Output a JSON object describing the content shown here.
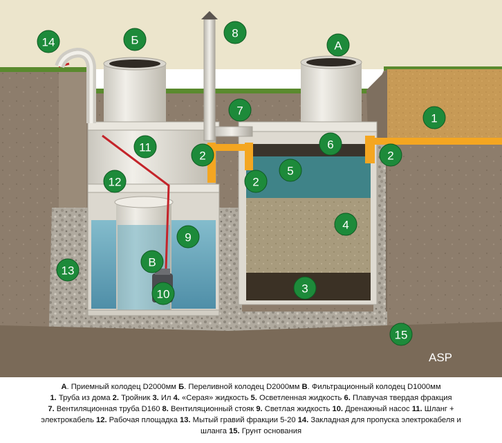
{
  "markers": [
    {
      "id": "14",
      "text": "14"
    },
    {
      "id": "B_top",
      "text": "Б"
    },
    {
      "id": "8",
      "text": "8"
    },
    {
      "id": "A",
      "text": "А"
    },
    {
      "id": "7",
      "text": "7"
    },
    {
      "id": "1",
      "text": "1"
    },
    {
      "id": "11",
      "text": "11"
    },
    {
      "id": "2a",
      "text": "2"
    },
    {
      "id": "6",
      "text": "6"
    },
    {
      "id": "2b",
      "text": "2"
    },
    {
      "id": "5",
      "text": "5"
    },
    {
      "id": "2c",
      "text": "2"
    },
    {
      "id": "12",
      "text": "12"
    },
    {
      "id": "4",
      "text": "4"
    },
    {
      "id": "9",
      "text": "9"
    },
    {
      "id": "13",
      "text": "13"
    },
    {
      "id": "V",
      "text": "В"
    },
    {
      "id": "10",
      "text": "10"
    },
    {
      "id": "3",
      "text": "3"
    },
    {
      "id": "15",
      "text": "15"
    }
  ],
  "watermark": "ASP",
  "caption": {
    "line1": [
      {
        "k": "А",
        "t": ". Приемный колодец D2000мм "
      },
      {
        "k": "Б",
        "t": ". Переливной колодец D2000мм "
      },
      {
        "k": "В",
        "t": ". Фильтрационный колодец D1000мм"
      }
    ],
    "line2": [
      {
        "k": "1.",
        "t": " Труба из дома "
      },
      {
        "k": "2.",
        "t": " Тройник "
      },
      {
        "k": "3.",
        "t": " Ил "
      },
      {
        "k": "4.",
        "t": " «Серая» жидкость "
      },
      {
        "k": "5.",
        "t": " Осветленная жидкость "
      },
      {
        "k": "6.",
        "t": " Плавучая твердая фракция"
      }
    ],
    "line3": [
      {
        "k": "7.",
        "t": " Вентиляционная труба D160 "
      },
      {
        "k": "8.",
        "t": " Вентиляционный стояк "
      },
      {
        "k": "9.",
        "t": " Светлая жидкость "
      },
      {
        "k": "10.",
        "t": " Дренажный насос "
      },
      {
        "k": "11.",
        "t": " Шланг +"
      }
    ],
    "line4": [
      {
        "k": "",
        "t": "электрокабель "
      },
      {
        "k": "12.",
        "t": " Рабочая площадка "
      },
      {
        "k": "13.",
        "t": " Мытый гравий фракции 5-20 "
      },
      {
        "k": "14.",
        "t": " Закладная для пропуска электрокабеля и"
      }
    ],
    "line5": [
      {
        "k": "",
        "t": "шланга "
      },
      {
        "k": "15.",
        "t": " Грунт основания"
      }
    ]
  },
  "colors": {
    "sky": "#ece5cc",
    "soil": "#8f7f6e",
    "sand": "#c89b55",
    "gravel": "#aaa49a",
    "concrete": "#e6e3da",
    "water_blue": "#5a9fb6",
    "clarified": "#3f8388",
    "grey_liquid": "#a79a7c",
    "sludge": "#3b3125",
    "pipe_orange": "#f4a621",
    "hose_red": "#c4242a",
    "marker_green": "#1d8a3a",
    "grass": "#5a8a2e"
  }
}
